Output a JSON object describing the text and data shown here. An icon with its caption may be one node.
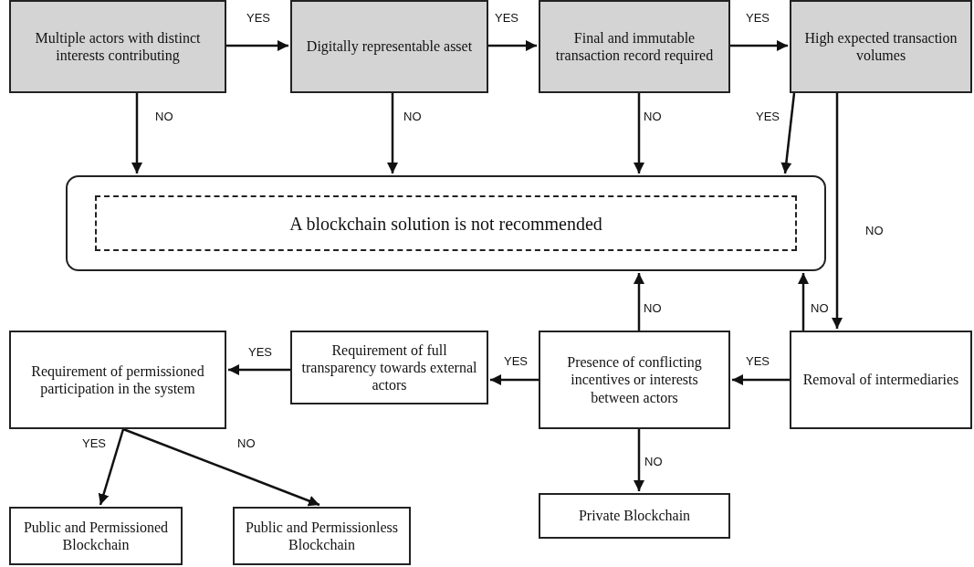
{
  "diagram": {
    "nodes": [
      {
        "text": [
          "Multiple actors with distinct interests contributing"
        ]
      },
      {
        "text": [
          "Digitally representable asset"
        ]
      },
      {
        "text": [
          "Final and immutable transaction record required"
        ]
      },
      {
        "text": [
          "High expected transaction volumes"
        ]
      },
      {
        "text": [
          "A blockchain solution is not recommended"
        ]
      },
      {
        "text": [
          "Requirement of permissioned participation in the system"
        ]
      },
      {
        "text": [
          "Requirement of full transparency towards external actors"
        ]
      },
      {
        "text": [
          "Presence of conflicting incentives or interests between actors"
        ]
      },
      {
        "text": [
          "Removal of intermediaries"
        ]
      },
      {
        "text": [
          "Public and Permissioned Blockchain"
        ]
      },
      {
        "text": [
          "Public and Permissionless Blockchain"
        ]
      },
      {
        "text": [
          "Private  Blockchain"
        ]
      }
    ],
    "edges": [
      {
        "from": 0,
        "to": 1,
        "arrow": "to",
        "label": "YES"
      },
      {
        "from": 1,
        "to": 2,
        "arrow": "to",
        "label": "YES"
      },
      {
        "from": 2,
        "to": 3,
        "arrow": "to",
        "label": "YES"
      },
      {
        "from": 0,
        "to": 4,
        "arrow": "to",
        "label": "NO"
      },
      {
        "from": 1,
        "to": 4,
        "arrow": "to",
        "label": "NO"
      },
      {
        "from": 2,
        "to": 4,
        "arrow": "to",
        "label": "NO"
      },
      {
        "from": 3,
        "to": 4,
        "arrow": "to",
        "label": "YES"
      },
      {
        "from": 3,
        "to": 8,
        "arrow": "to",
        "label": "NO"
      },
      {
        "from": 8,
        "to": 7,
        "arrow": "to",
        "label": "YES"
      },
      {
        "from": 7,
        "to": 6,
        "arrow": "to",
        "label": "YES"
      },
      {
        "from": 6,
        "to": 5,
        "arrow": "to",
        "label": "YES"
      },
      {
        "from": 7,
        "to": 4,
        "arrow": "to",
        "label": "NO"
      },
      {
        "from": 8,
        "to": 4,
        "arrow": "to",
        "label": "NO"
      },
      {
        "from": 5,
        "to": 9,
        "arrow": "to",
        "label": "YES"
      },
      {
        "from": 5,
        "to": 10,
        "arrow": "to",
        "label": "NO"
      },
      {
        "from": 7,
        "to": 11,
        "arrow": "to",
        "label": "NO"
      }
    ]
  }
}
